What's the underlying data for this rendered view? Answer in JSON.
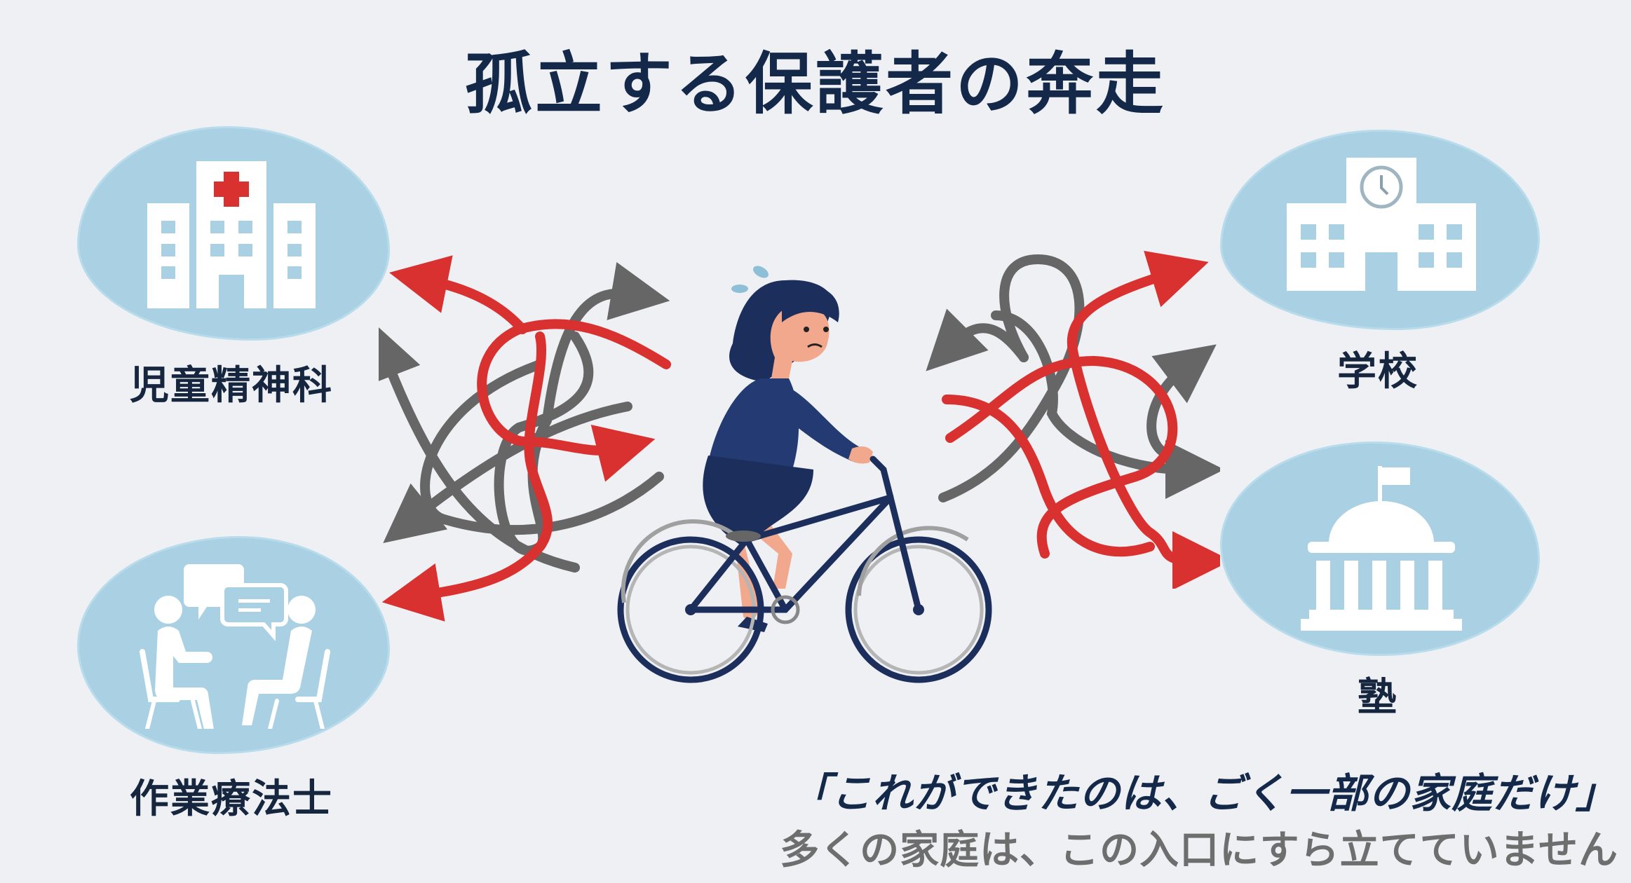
{
  "title": "孤立する保護者の奔走",
  "colors": {
    "background": "#eef0f3",
    "navy": "#14294a",
    "blob": "#a9d1e3",
    "red": "#d93030",
    "gray": "#666666",
    "subtext": "#6e6e6e"
  },
  "nodes": [
    {
      "id": "child-psychiatry",
      "label": "児童精神科",
      "icon": "hospital-icon",
      "position": "top-left"
    },
    {
      "id": "occupational-therapist",
      "label": "作業療法士",
      "icon": "counseling-icon",
      "position": "bottom-left"
    },
    {
      "id": "school",
      "label": "学校",
      "icon": "school-icon",
      "position": "top-right"
    },
    {
      "id": "cram-school",
      "label": "塾",
      "icon": "institution-icon",
      "position": "bottom-right"
    }
  ],
  "center": {
    "figure": "stressed-parent-on-bicycle-icon"
  },
  "arrows": {
    "left": "tangled-arrows-icon",
    "right": "tangled-arrows-icon"
  },
  "footer": {
    "quote": "「これができたのは、ごく一部の家庭だけ」",
    "subtext": "多くの家庭は、この入口にすら立てていません"
  }
}
